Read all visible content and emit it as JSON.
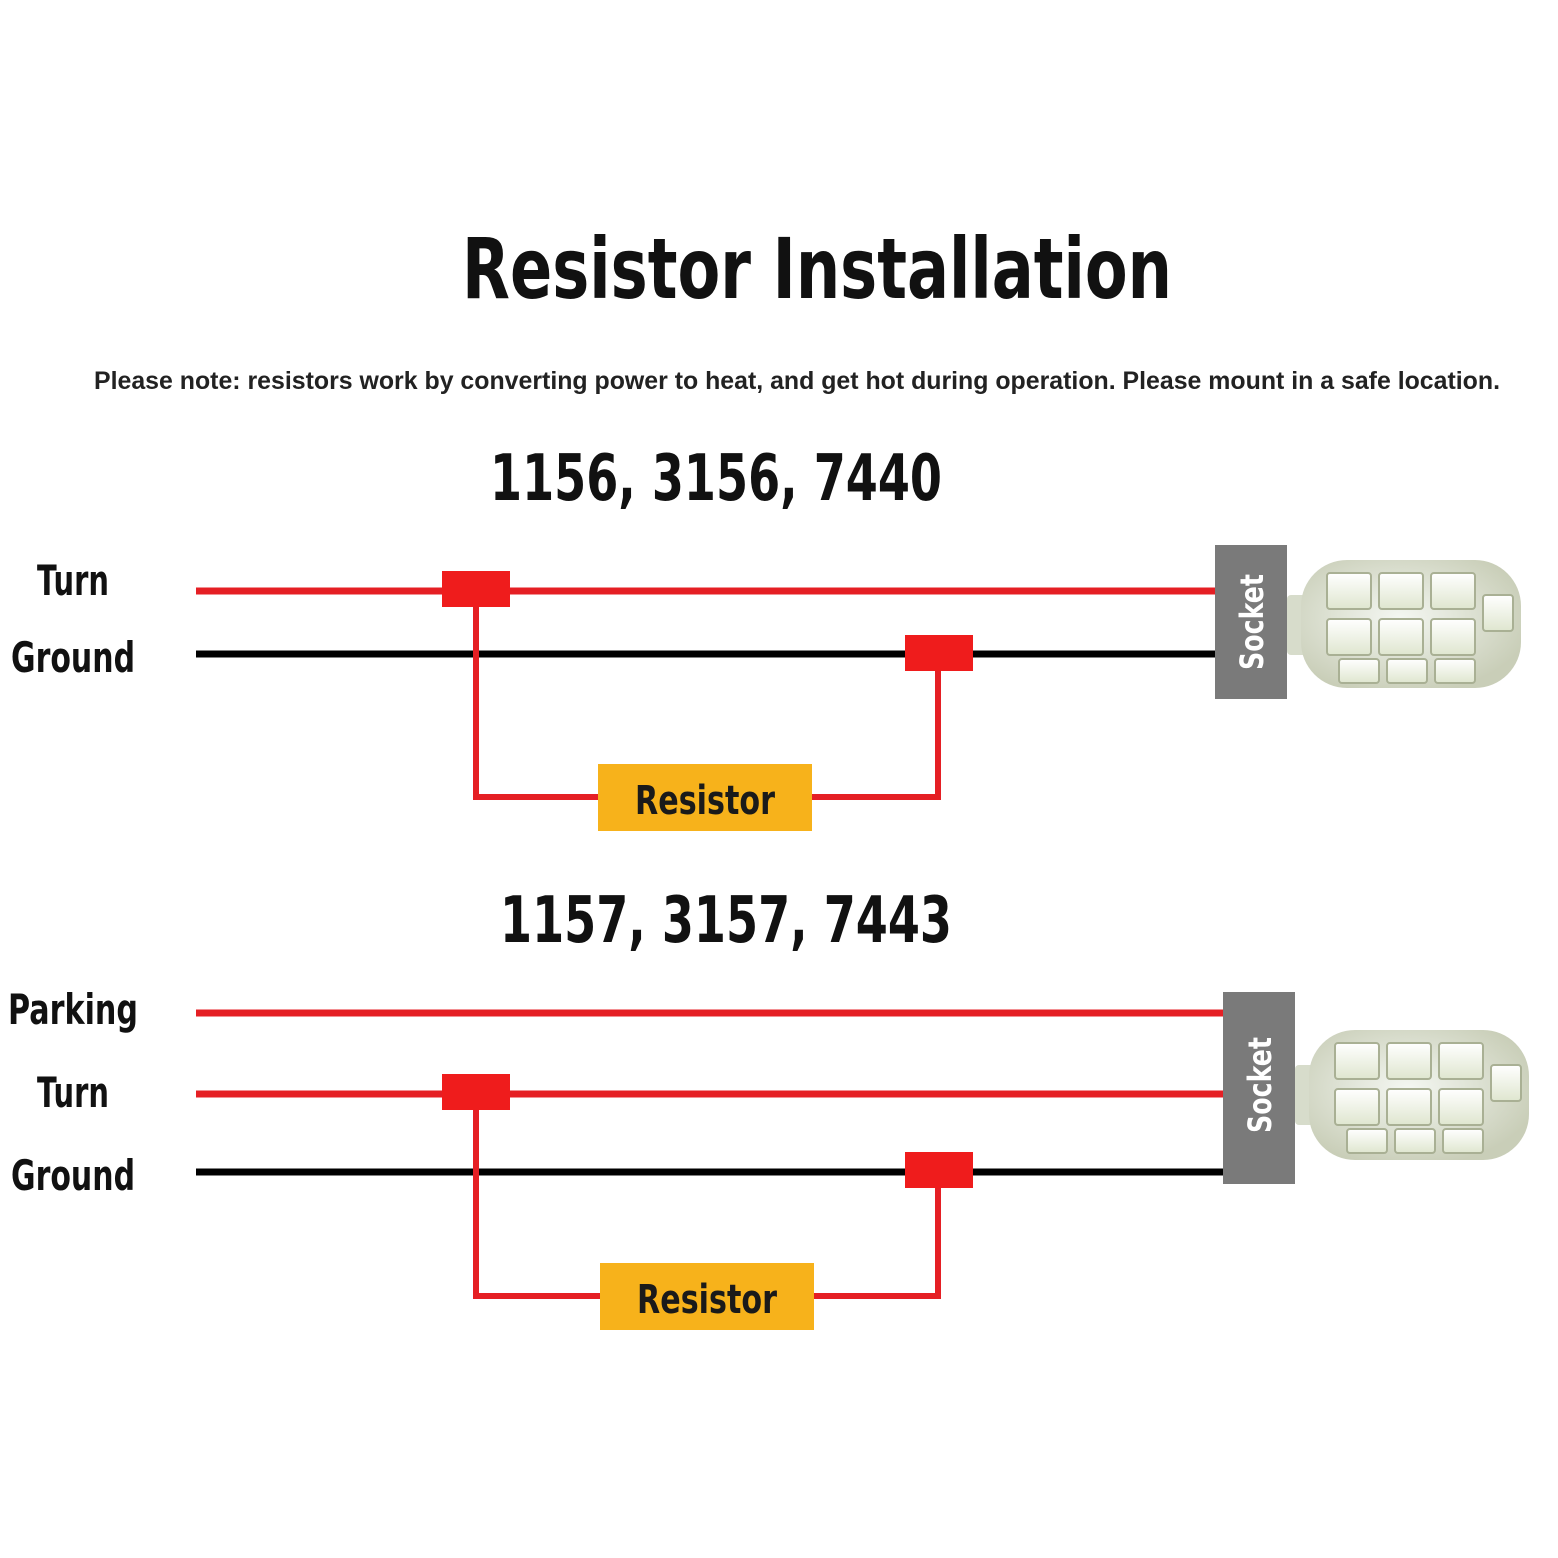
{
  "title": "Resistor Installation",
  "note": "Please note: resistors work by converting power to heat, and get hot during operation. Please mount in a safe location.",
  "colors": {
    "positive_wire": "#e51f24",
    "ground_wire": "#000000",
    "connector": "#ef1c1c",
    "resistor": "#f7b21b",
    "socket": "#7a7a7a"
  },
  "diagrams": [
    {
      "heading": "1156, 3156, 7440",
      "wires": [
        "Turn",
        "Ground"
      ],
      "resistor_label": "Resistor",
      "socket_label": "Socket",
      "bulb_icon": "led-bulb-icon"
    },
    {
      "heading": "1157, 3157, 7443",
      "wires": [
        "Parking",
        "Turn",
        "Ground"
      ],
      "resistor_label": "Resistor",
      "socket_label": "Socket",
      "bulb_icon": "led-bulb-icon"
    }
  ]
}
